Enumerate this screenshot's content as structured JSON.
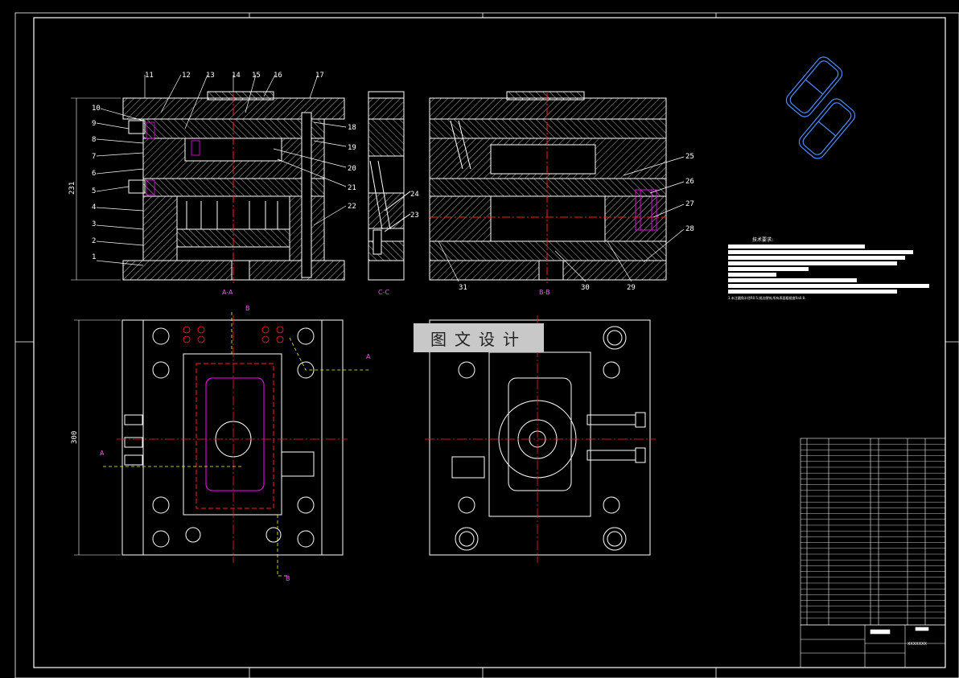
{
  "watermark": "图文设计",
  "tech_notes": {
    "title": "技术要求:",
    "line_last": "1.未注圆角半径R0.5,锐边倒钝,所有表面粗糙度Ra0.8."
  },
  "dimensions": {
    "height_top": "231",
    "height_bottom": "300"
  },
  "section_labels": {
    "aa": "A-A",
    "cc": "C-C",
    "bb": "B-B",
    "a": "A",
    "b": "B"
  },
  "part_numbers": [
    "1",
    "2",
    "3",
    "4",
    "5",
    "6",
    "7",
    "8",
    "9",
    "10",
    "11",
    "12",
    "13",
    "14",
    "15",
    "16",
    "17",
    "18",
    "19",
    "20",
    "21",
    "22",
    "23",
    "24",
    "25",
    "26",
    "27",
    "28",
    "29",
    "30",
    "31"
  ],
  "title_block": {
    "code": "XXXXXXX"
  },
  "colors": {
    "line": "#ffffff",
    "center": "#ff2020",
    "accent": "#ff00ff",
    "dim": "#ffff00",
    "product": "#4a8cff"
  }
}
